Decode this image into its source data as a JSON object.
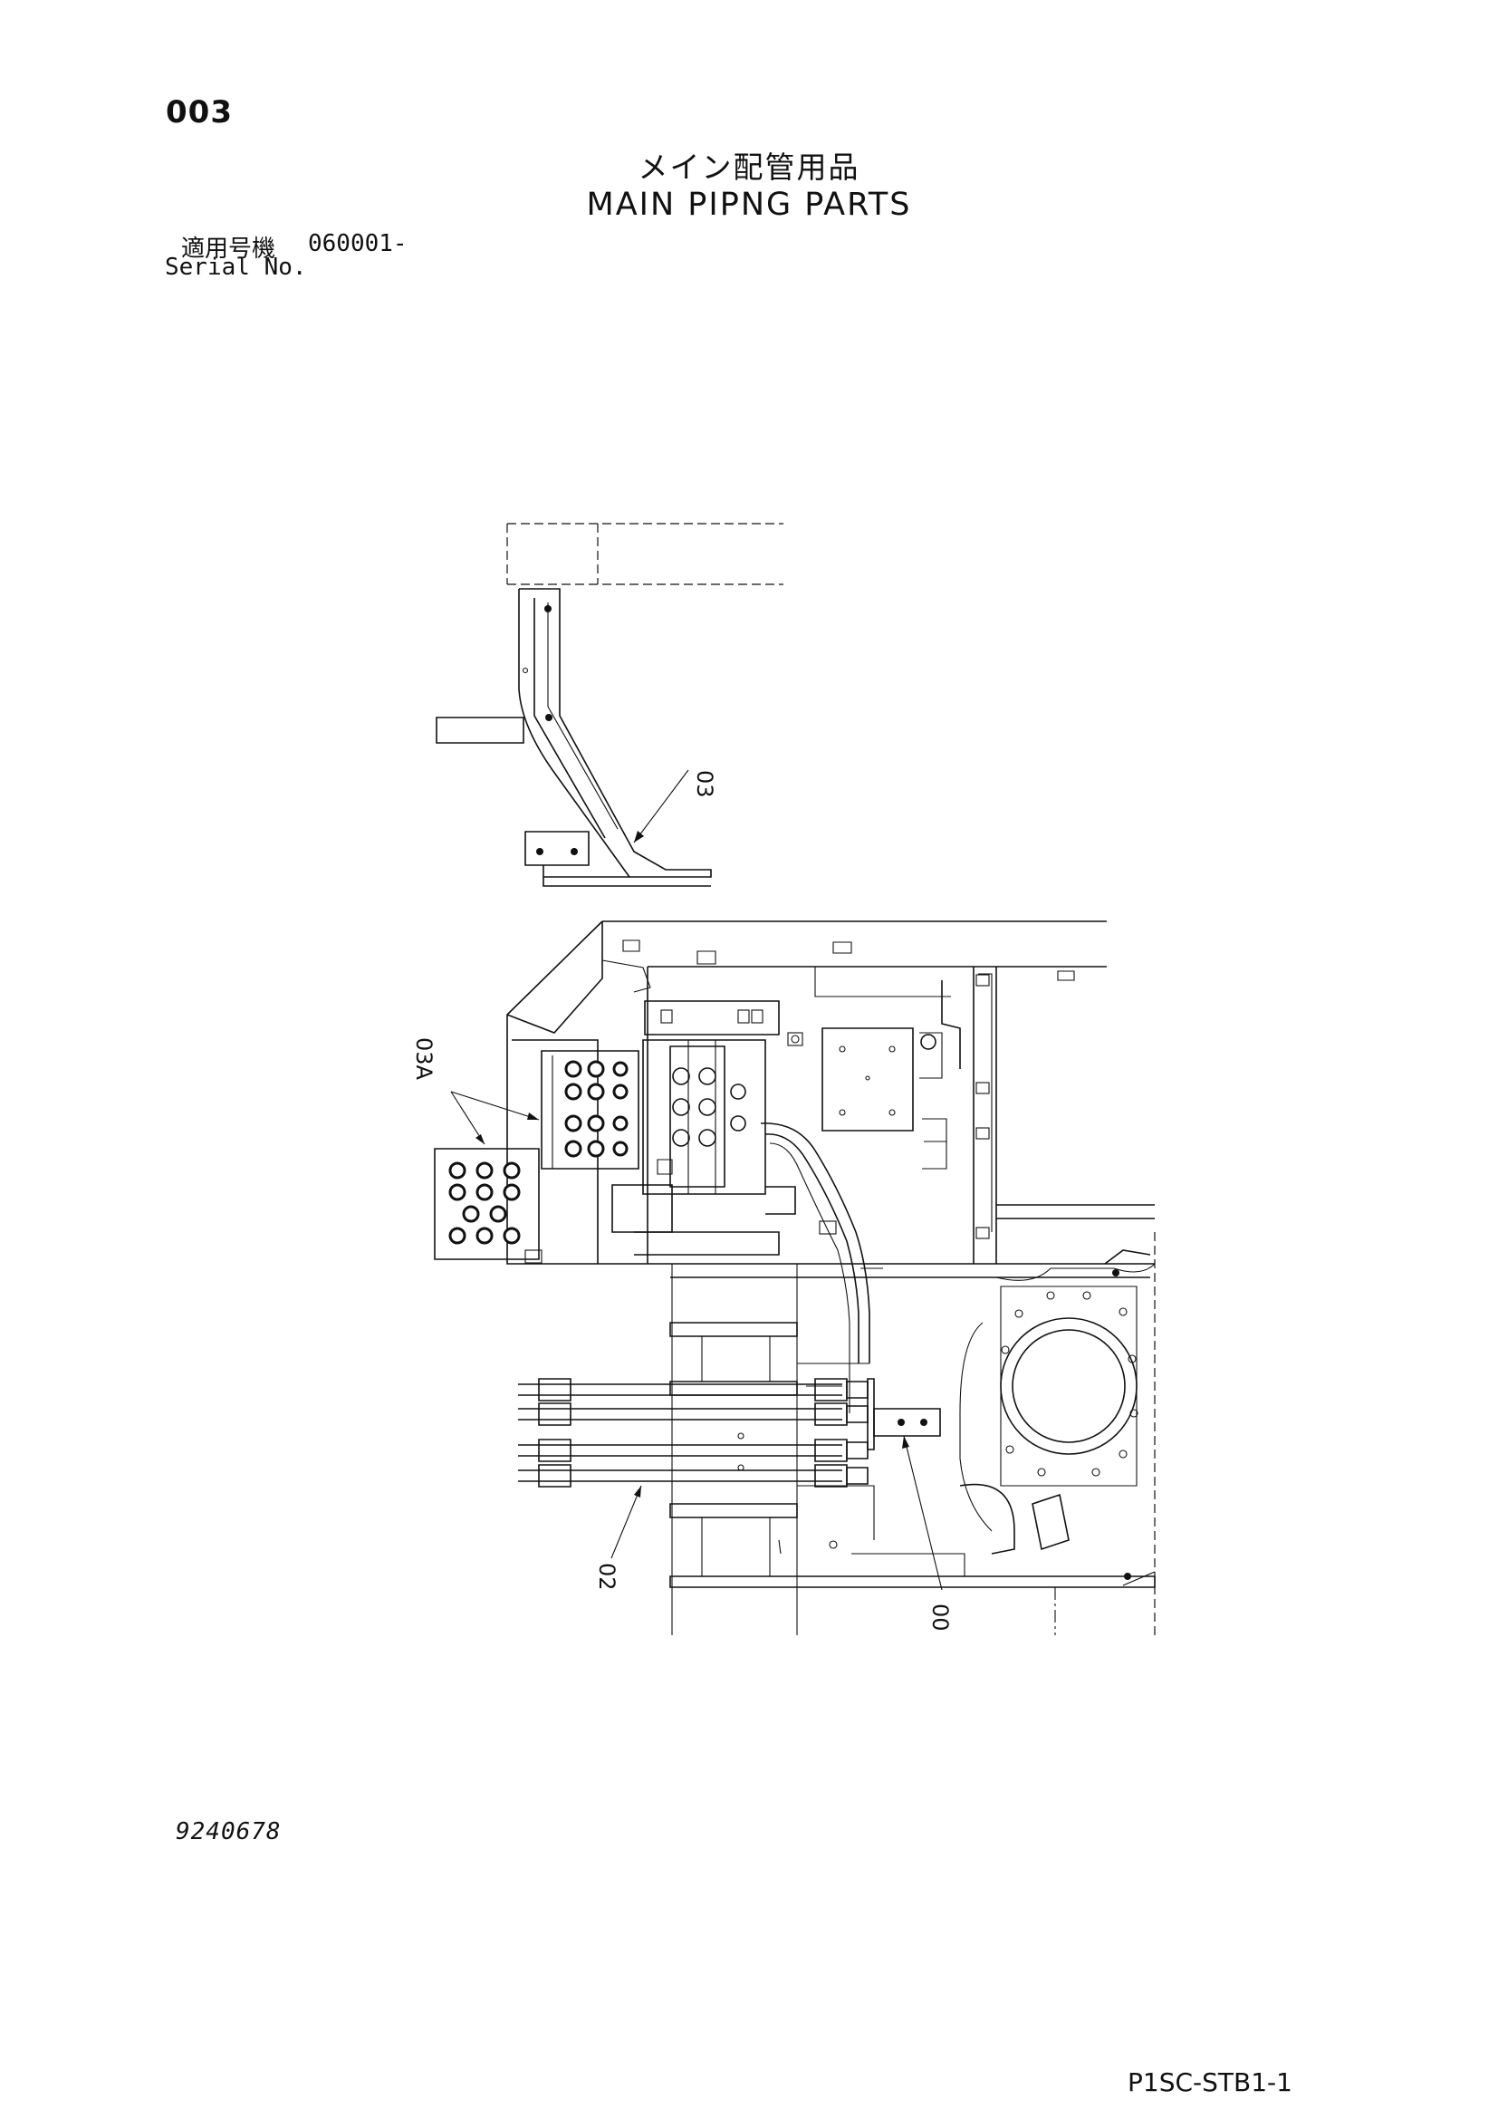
{
  "header": {
    "page_number": "003",
    "title_jp": "メイン配管用品",
    "title_en": "MAIN PIPNG PARTS",
    "serial_label_jp": "適用号機",
    "serial_value": "060001-",
    "serial_label_en": "Serial No."
  },
  "callouts": {
    "c03": "03",
    "c03a": "03A",
    "c02": "02",
    "c00": "00"
  },
  "footer": {
    "drawing_number": "9240678",
    "sheet_code": "P1SC-STB1-1"
  }
}
